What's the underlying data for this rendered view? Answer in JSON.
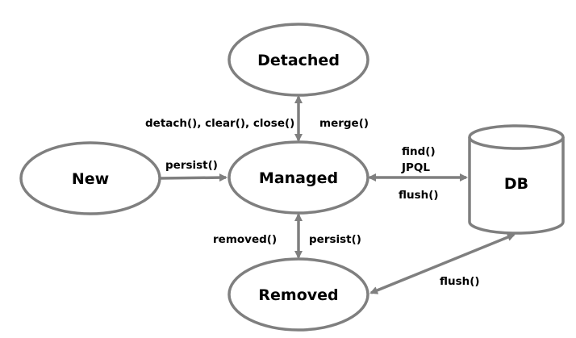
{
  "diagram": {
    "nodes": {
      "detached": "Detached",
      "new": "New",
      "managed": "Managed",
      "removed": "Removed",
      "db": "DB"
    },
    "edges": {
      "managed_to_detached": "detach(), clear(), close()",
      "detached_to_managed": "merge()",
      "new_to_managed": "persist()",
      "db_find": "find()",
      "db_jpql": "JPQL",
      "managed_flush": "flush()",
      "managed_to_removed": "removed()",
      "removed_to_managed": "persist()",
      "removed_flush": "flush()"
    },
    "colors": {
      "stroke": "#7f7f7f",
      "fill": "#ffffff",
      "text": "#000000"
    }
  }
}
